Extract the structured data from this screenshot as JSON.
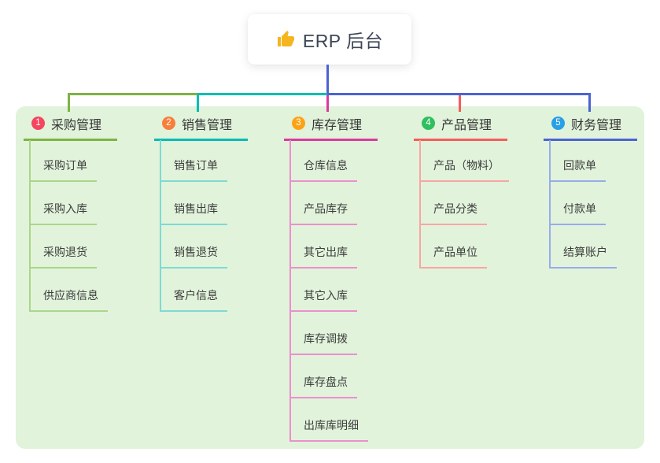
{
  "root": {
    "label": "ERP 后台",
    "icon": "thumbs-up-icon",
    "icon_color": "#f6b51e",
    "line_color": "#4b63d3"
  },
  "panel": {
    "background_color": "#e1f3db"
  },
  "branches": [
    {
      "number": "1",
      "label": "采购管理",
      "badge_color": "#f5455f",
      "line_color": "#7db343",
      "child_line_color": "#aad688",
      "children": [
        "采购订单",
        "采购入库",
        "采购退货",
        "供应商信息"
      ]
    },
    {
      "number": "2",
      "label": "销售管理",
      "badge_color": "#f87f3b",
      "line_color": "#00bdb4",
      "child_line_color": "#7edad3",
      "children": [
        "销售订单",
        "销售出库",
        "销售退货",
        "客户信息"
      ]
    },
    {
      "number": "3",
      "label": "库存管理",
      "badge_color": "#fea215",
      "line_color": "#db3a9e",
      "child_line_color": "#ec8fce",
      "children": [
        "仓库信息",
        "产品库存",
        "其它出库",
        "其它入库",
        "库存调拨",
        "库存盘点",
        "出库库明细"
      ]
    },
    {
      "number": "4",
      "label": "产品管理",
      "badge_color": "#2fbf5f",
      "line_color": "#f75b5b",
      "child_line_color": "#f9a5a5",
      "children": [
        "产品（物料）",
        "产品分类",
        "产品单位"
      ]
    },
    {
      "number": "5",
      "label": "财务管理",
      "badge_color": "#28a0e5",
      "line_color": "#4b63d3",
      "child_line_color": "#98abe9",
      "children": [
        "回款单",
        "付款单",
        "结算账户"
      ]
    }
  ]
}
